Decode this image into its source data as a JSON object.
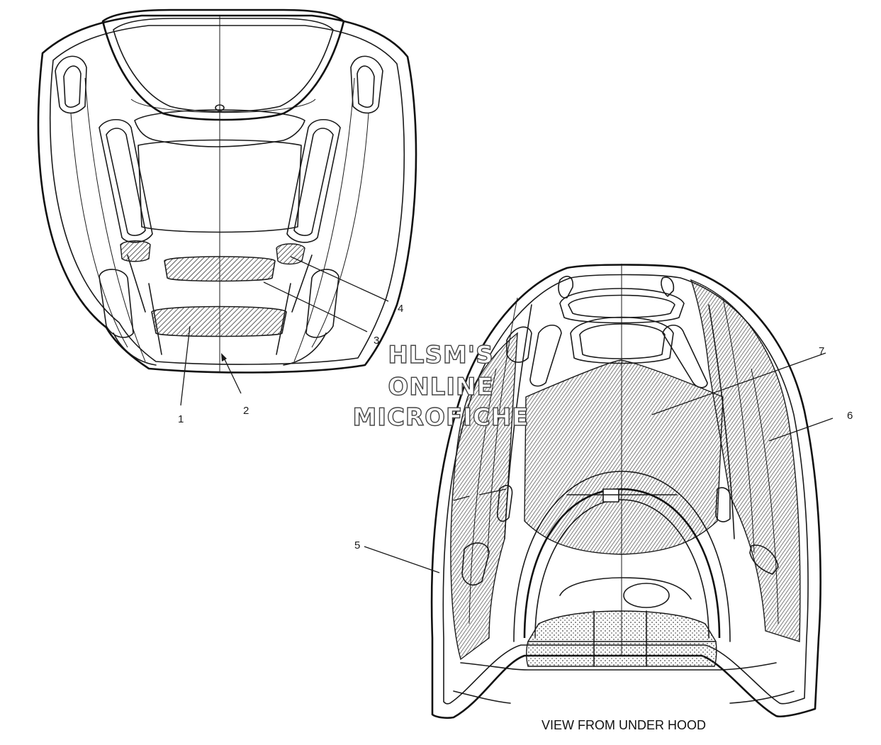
{
  "callouts": [
    {
      "id": "1",
      "label": "1"
    },
    {
      "id": "2",
      "label": "2"
    },
    {
      "id": "3",
      "label": "3"
    },
    {
      "id": "4",
      "label": "4"
    },
    {
      "id": "5",
      "label": "5"
    },
    {
      "id": "6",
      "label": "6"
    },
    {
      "id": "7",
      "label": "7"
    }
  ],
  "caption": "VIEW FROM UNDER HOOD",
  "watermark": {
    "line1": "HLSM'S",
    "line2": "ONLINE",
    "line3": "MICROFICHE"
  },
  "colors": {
    "line": "#1a1a1a",
    "background": "#ffffff"
  }
}
